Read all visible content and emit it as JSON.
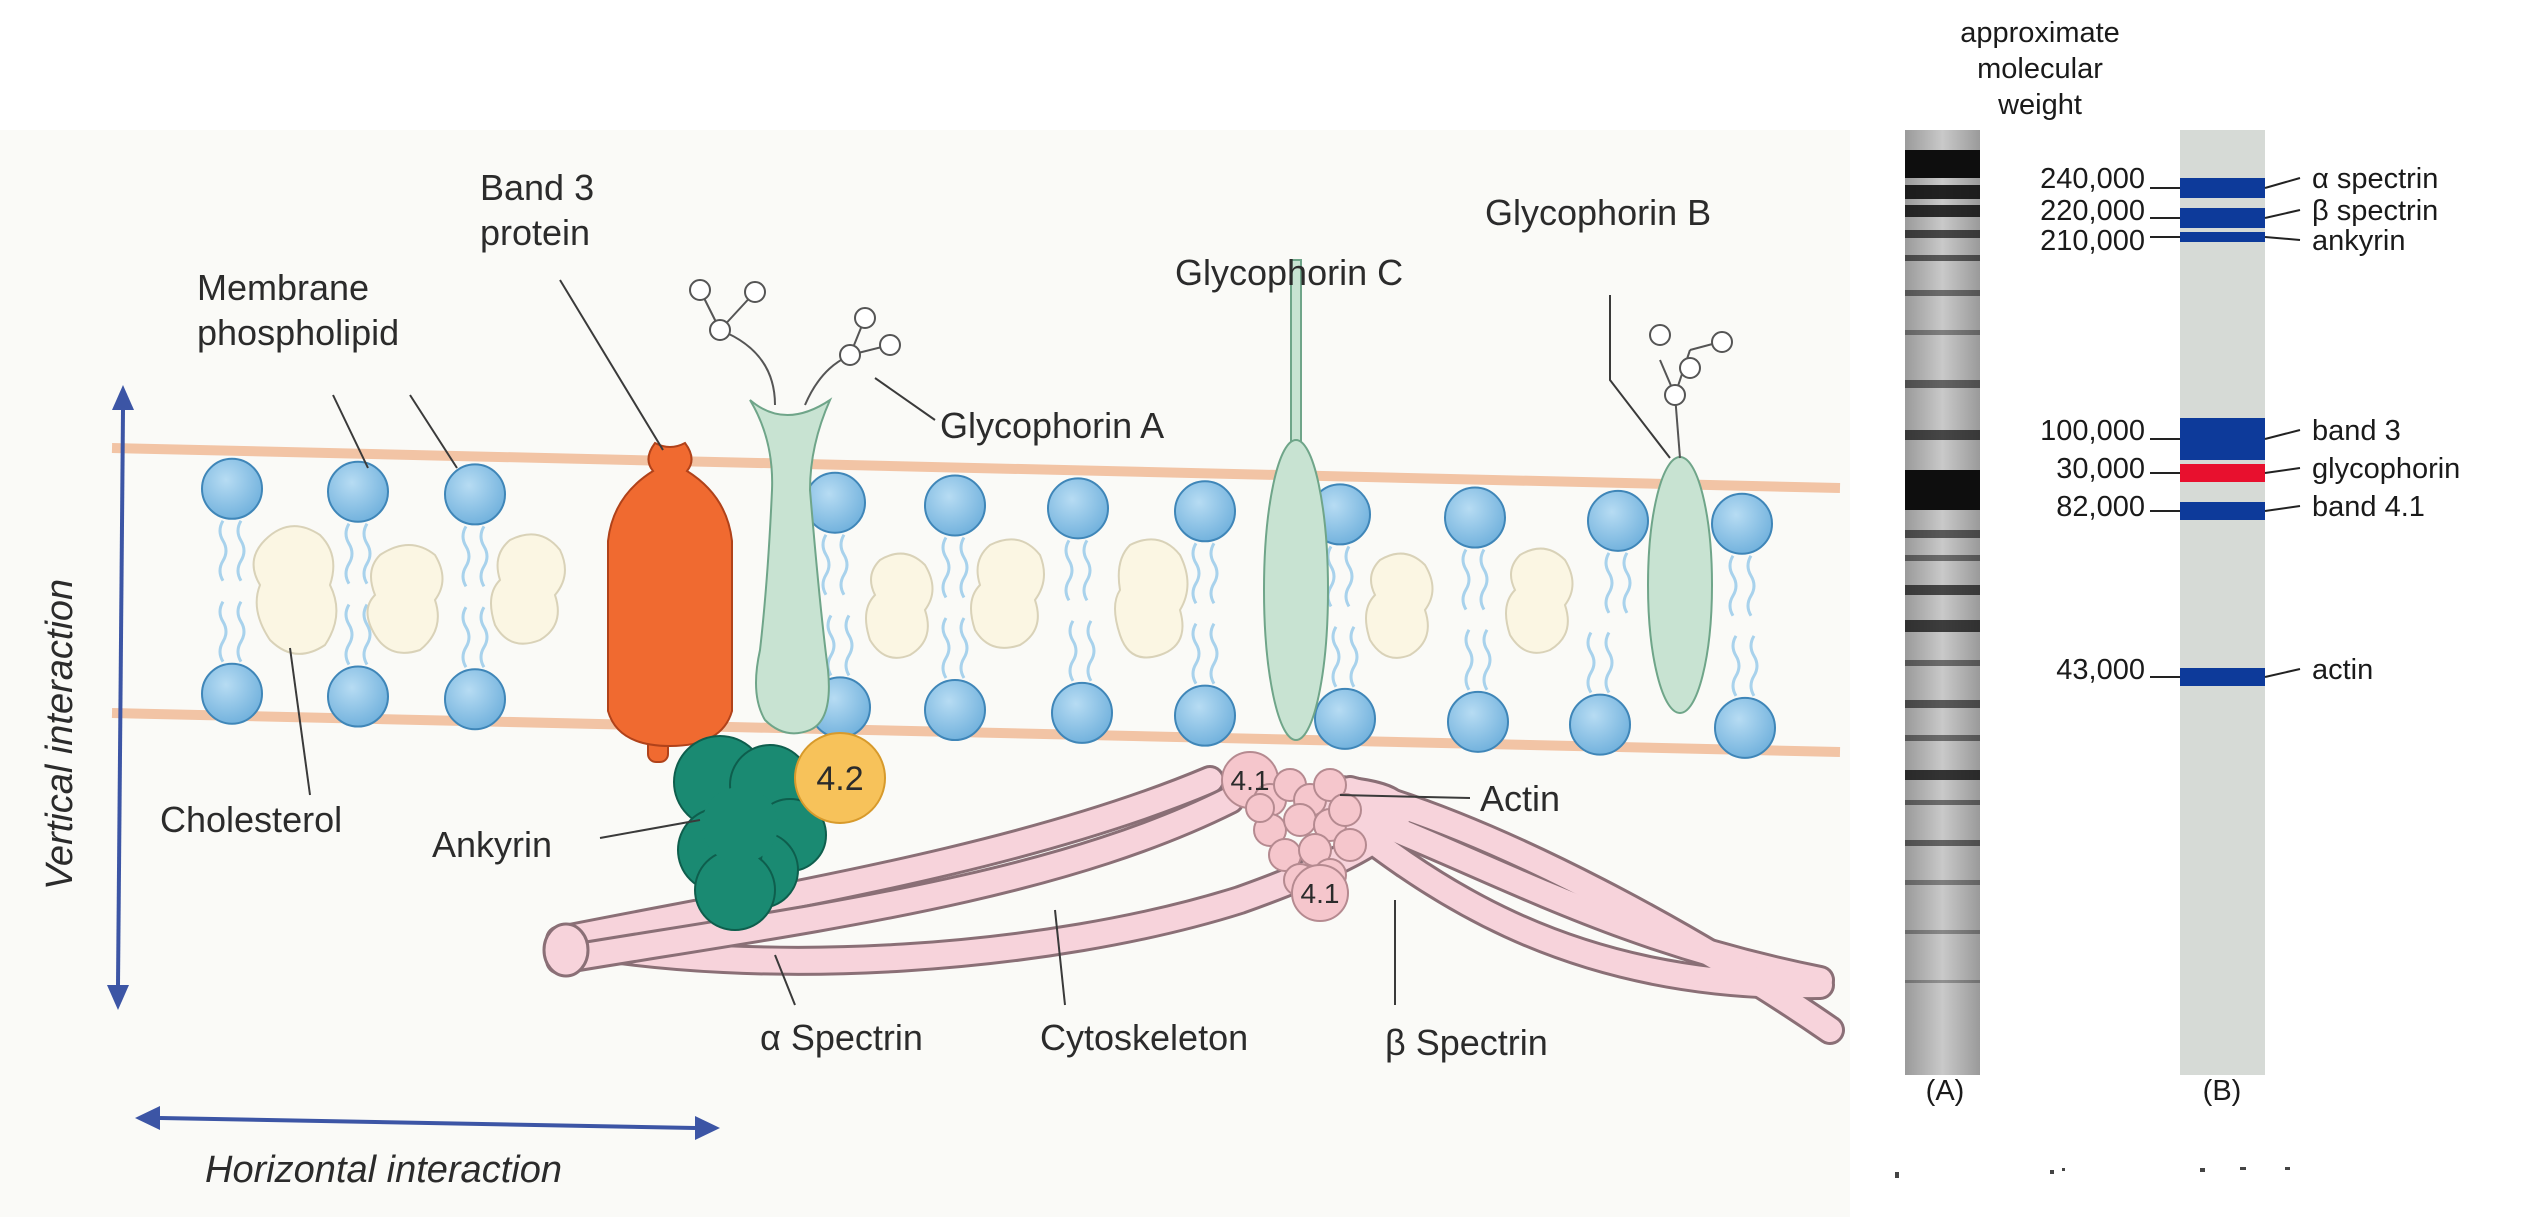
{
  "labels": {
    "membrane_phospholipid": [
      "Membrane",
      "phospholipid"
    ],
    "band3_protein": [
      "Band 3",
      "protein"
    ],
    "glycophorin_a": "Glycophorin A",
    "glycophorin_b": "Glycophorin B",
    "glycophorin_c": "Glycophorin C",
    "cholesterol": "Cholesterol",
    "ankyrin": "Ankyrin",
    "protein_42": "4.2",
    "protein_41_top": "4.1",
    "protein_41_bottom": "4.1",
    "actin": "Actin",
    "alpha_spectrin": "α Spectrin",
    "cytoskeleton": "Cytoskeleton",
    "beta_spectrin": "β Spectrin",
    "vertical_interaction": "Vertical interaction",
    "horizontal_interaction": "Horizontal interaction"
  },
  "gel": {
    "header": [
      "approximate",
      "molecular",
      "weight"
    ],
    "panel_a": "(A)",
    "panel_b": "(B)",
    "bands": [
      {
        "mw": "240,000",
        "name": "α spectrin",
        "color": "#0d3a9a"
      },
      {
        "mw": "220,000",
        "name": "β spectrin",
        "color": "#0d3a9a"
      },
      {
        "mw": "210,000",
        "name": "ankyrin",
        "color": "#0d3a9a"
      },
      {
        "mw": "100,000",
        "name": "band 3",
        "color": "#0d3a9a"
      },
      {
        "mw": "30,000",
        "name": "glycophorin",
        "color": "#e8102e"
      },
      {
        "mw": "82,000",
        "name": "band 4.1",
        "color": "#0d3a9a"
      },
      {
        "mw": "43,000",
        "name": "actin",
        "color": "#0d3a9a"
      }
    ]
  },
  "colors": {
    "background": "#fafaf7",
    "phospholipid_head": "#8ec3e6",
    "membrane_line": "#f2c4a5",
    "band3": "#f06a30",
    "glycophorin": "#c8e3d2",
    "ankyrin": "#1a8a72",
    "protein_42": "#f7c25a",
    "actin_41": "#f5c6cc",
    "spectrin": "#f7d3db",
    "cholesterol": "#fbf6e3",
    "arrow": "#3c55a5",
    "lane_b": "#d6dad6"
  }
}
